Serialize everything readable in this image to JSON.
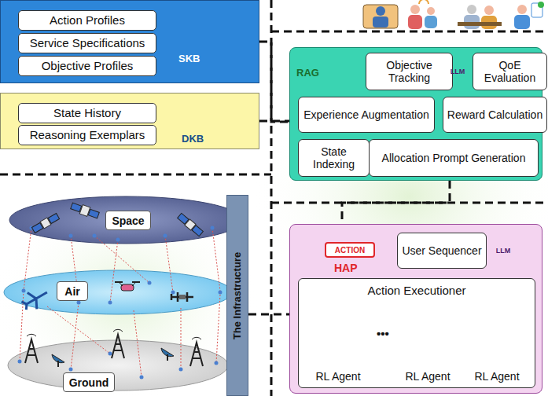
{
  "diagram": {
    "nodes": [
      {
        "text": [
          "SKB"
        ]
      },
      {
        "text": [
          "Action Profiles"
        ],
        "in": 0
      },
      {
        "text": [
          "Service Specifications"
        ],
        "in": 0
      },
      {
        "text": [
          "Objective Profiles"
        ],
        "in": 0
      },
      {
        "text": [
          "DKB"
        ]
      },
      {
        "text": [
          "State History"
        ],
        "in": 4
      },
      {
        "text": [
          "Reasoning Exemplars"
        ],
        "in": 4
      },
      {
        "text": [
          "RAG"
        ]
      },
      {
        "text": [
          "Objective Tracking"
        ],
        "in": 7
      },
      {
        "text": [
          "QoE Evaluation"
        ],
        "in": 7
      },
      {
        "text": [
          "Experience Augmentation"
        ],
        "in": 7
      },
      {
        "text": [
          "Reward Calculation"
        ],
        "in": 7
      },
      {
        "text": [
          "State Indexing"
        ],
        "in": 7
      },
      {
        "text": [
          "Allocation Prompt Generation"
        ],
        "in": 7
      },
      {
        "text": [
          "Space"
        ]
      },
      {
        "text": [
          "Air"
        ]
      },
      {
        "text": [
          "Ground"
        ]
      },
      {
        "text": [
          "The Infrastructure"
        ]
      },
      {
        "text": [
          "HAP"
        ]
      },
      {
        "text": [
          "ACTION"
        ],
        "in": 18
      },
      {
        "text": [
          "User Sequencer"
        ],
        "in": 18
      },
      {
        "text": [
          "Action Executioner"
        ],
        "in": 18
      },
      {
        "text": [
          "RL Agent"
        ],
        "in": 21
      },
      {
        "text": [
          "RL Agent"
        ],
        "in": 21
      },
      {
        "text": [
          "RL Agent"
        ],
        "in": 21
      }
    ],
    "edges": [
      {
        "from": 0,
        "to": 7,
        "arrow": "none"
      },
      {
        "from": 4,
        "to": 7,
        "arrow": "none"
      },
      {
        "from": 7,
        "to": 18,
        "arrow": "none"
      },
      {
        "from": 17,
        "to": 18,
        "arrow": "none"
      }
    ],
    "labels": [
      "LLM",
      "LLM",
      "•••"
    ]
  }
}
